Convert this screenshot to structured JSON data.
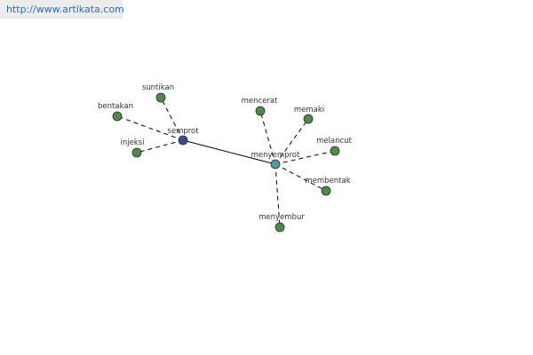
{
  "watermark": {
    "text": "http://www.artikata.com",
    "color": "#2f6db3"
  },
  "colors": {
    "leaf_node": "#4e8a4c",
    "primary_node": "#3f4c8e",
    "secondary_node": "#4f9a96",
    "node_stroke": "#2a2a2a",
    "edge": "#000000"
  },
  "nodes": [
    {
      "id": "semprot",
      "label": "semprot",
      "kind": "primary"
    },
    {
      "id": "menyemprot",
      "label": "menyemprot",
      "kind": "secondary"
    },
    {
      "id": "suntikan",
      "label": "suntikan",
      "kind": "leaf"
    },
    {
      "id": "bentakan",
      "label": "bentakan",
      "kind": "leaf"
    },
    {
      "id": "injeksi",
      "label": "injeksi",
      "kind": "leaf"
    },
    {
      "id": "mencerat",
      "label": "mencerat",
      "kind": "leaf"
    },
    {
      "id": "memaki",
      "label": "memaki",
      "kind": "leaf"
    },
    {
      "id": "melancut",
      "label": "melancut",
      "kind": "leaf"
    },
    {
      "id": "membentak",
      "label": "membentak",
      "kind": "leaf"
    },
    {
      "id": "menyembur",
      "label": "menyembur",
      "kind": "leaf"
    }
  ],
  "edges": [
    {
      "from": "semprot",
      "to": "menyemprot",
      "style": "solid"
    },
    {
      "from": "semprot",
      "to": "suntikan",
      "style": "dashed"
    },
    {
      "from": "semprot",
      "to": "bentakan",
      "style": "dashed"
    },
    {
      "from": "semprot",
      "to": "injeksi",
      "style": "dashed"
    },
    {
      "from": "menyemprot",
      "to": "mencerat",
      "style": "dashed"
    },
    {
      "from": "menyemprot",
      "to": "memaki",
      "style": "dashed"
    },
    {
      "from": "menyemprot",
      "to": "melancut",
      "style": "dashed"
    },
    {
      "from": "menyemprot",
      "to": "membentak",
      "style": "dashed"
    },
    {
      "from": "menyemprot",
      "to": "menyembur",
      "style": "dashed"
    }
  ]
}
